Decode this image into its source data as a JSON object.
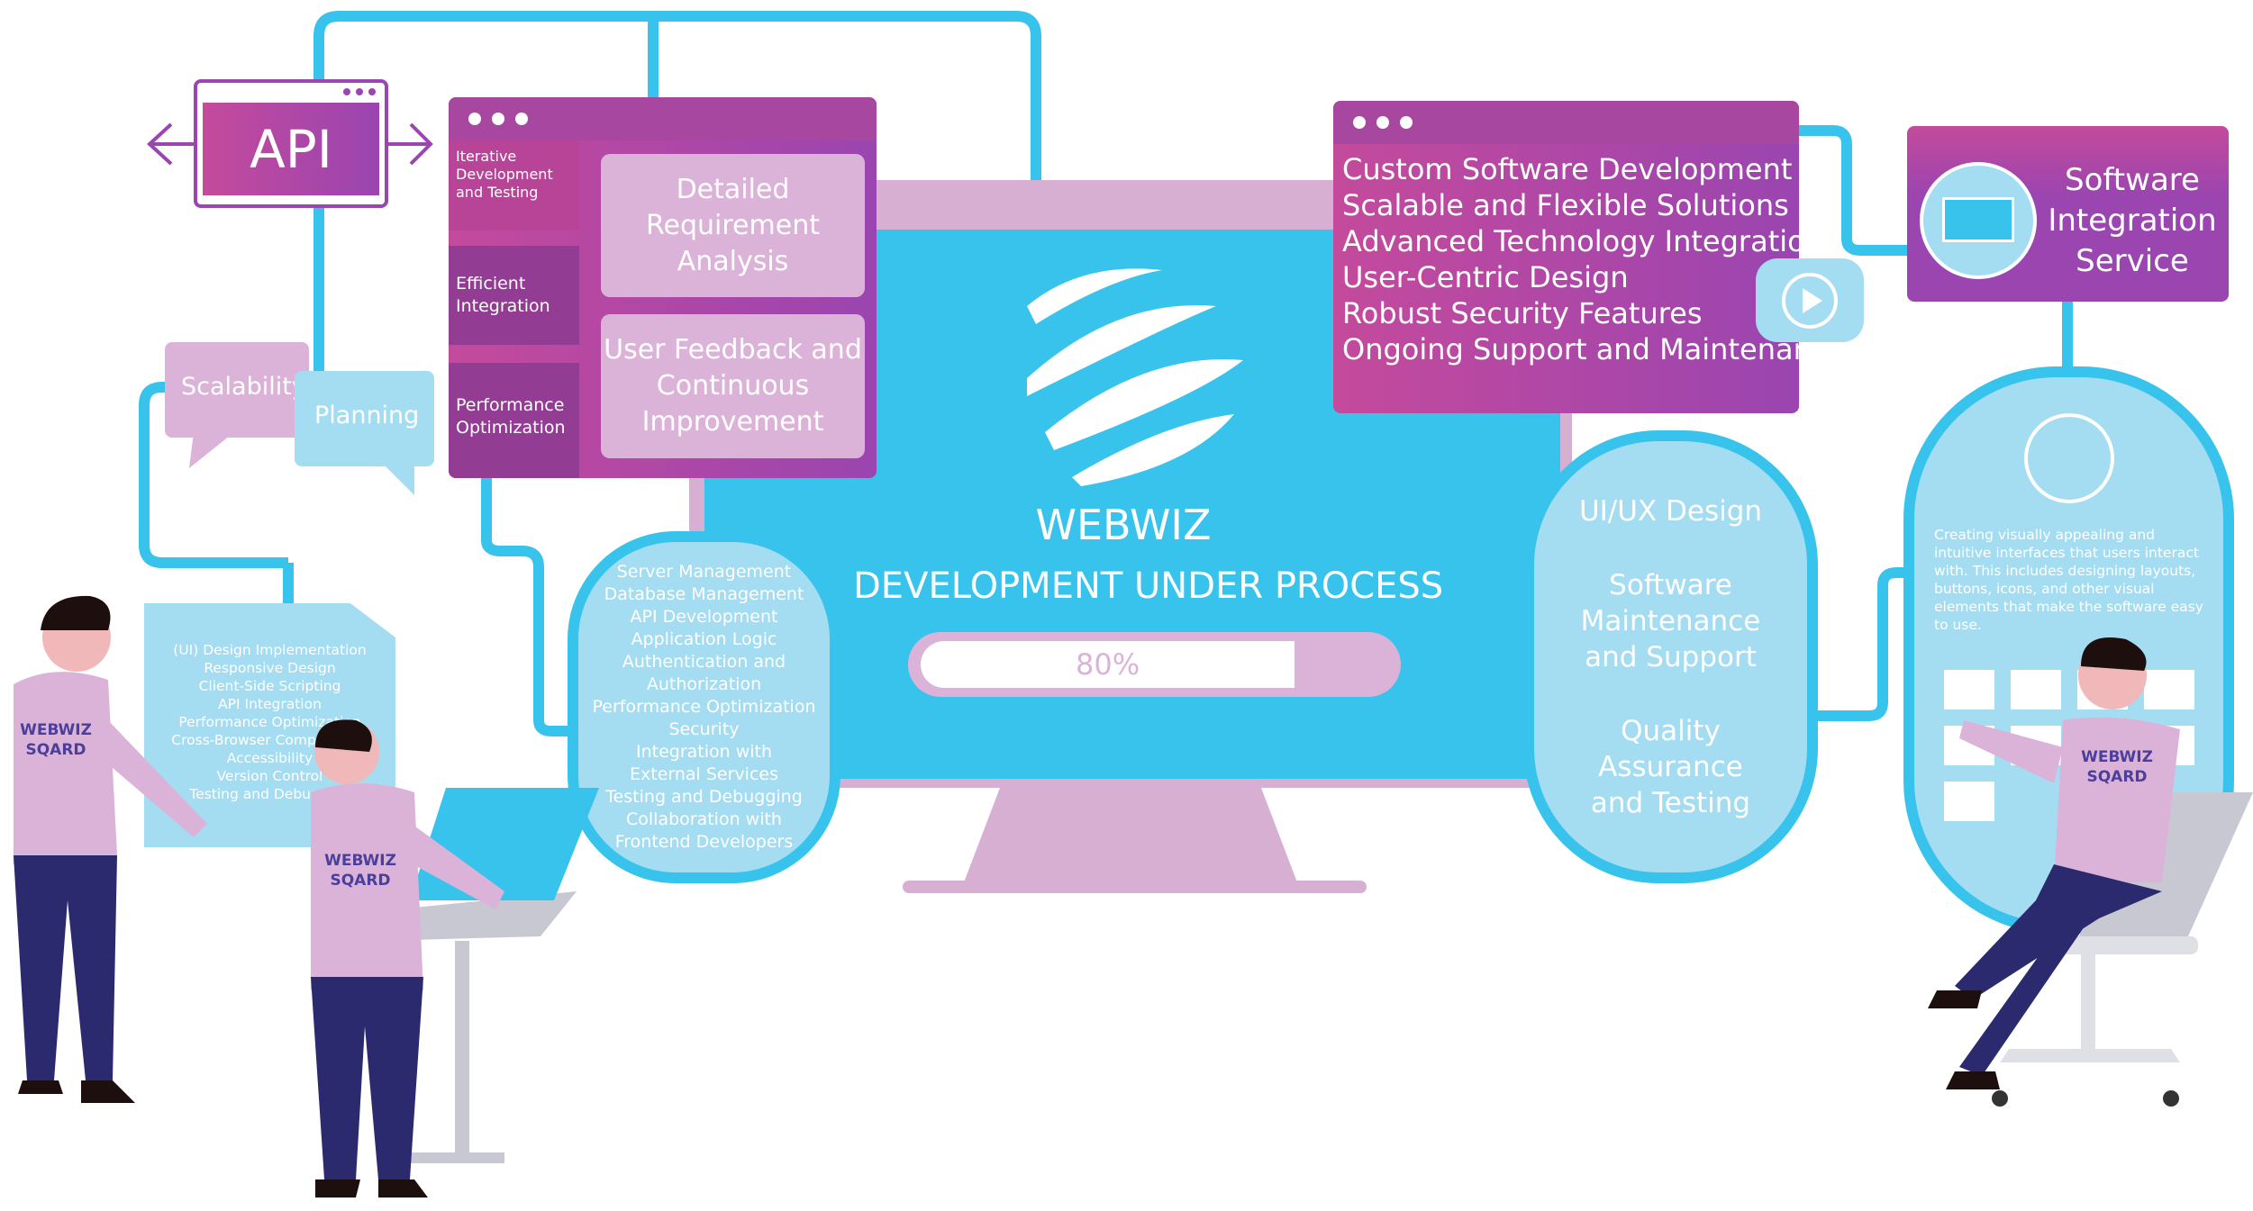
{
  "api": {
    "label": "API"
  },
  "dev_window": {
    "side_items": [
      "Iterative Development and Testing",
      "Efficient Integration",
      "Performance Optimization"
    ],
    "boxes": [
      "Detailed Requirement Analysis",
      "User Feedback and Continuous Improvement"
    ]
  },
  "speech": {
    "scalability": "Scalability",
    "planning": "Planning"
  },
  "frontend_doc": {
    "items": [
      "(UI) Design Implementation",
      "Responsive Design",
      "Client-Side Scripting",
      "API Integration",
      "Performance Optimization",
      "Cross-Browser Compatibility",
      "Accessibility",
      "Version Control",
      "Testing and Debugging"
    ]
  },
  "monitor": {
    "brand": "WEBWIZ",
    "status": "DEVELOPMENT UNDER PROCESS",
    "progress_label": "80%",
    "progress": 0.8
  },
  "backend": {
    "items": [
      "Server Management",
      "Database Management",
      "API Development",
      "Application Logic",
      "Authentication and Authorization",
      "Performance Optimization",
      "Security",
      "Integration with External Services",
      "Testing and Debugging",
      "Collaboration with Frontend Developers"
    ]
  },
  "features_window": {
    "items": [
      "Custom Software Development",
      "Scalable and Flexible Solutions",
      "Advanced Technology Integration",
      "User-Centric Design",
      "Robust Security Features",
      "Ongoing Support and Maintenance"
    ]
  },
  "integration": {
    "label": "Software Integration Service"
  },
  "services": {
    "items": [
      "UI/UX Design",
      "Software Maintenance and Support",
      "Quality Assurance and Testing"
    ]
  },
  "uiux": {
    "description": "Creating visually appealing and intuitive interfaces that users interact with. This includes designing layouts, buttons, icons, and other visual elements that make the software easy to use."
  },
  "shirt": {
    "text": "WEBWIZ SQARD"
  },
  "colors": {
    "cyan": "#37c3ec",
    "light_blue": "#a4dcf1",
    "pink": "#dcb3d8",
    "purple": "#9a45b0"
  }
}
